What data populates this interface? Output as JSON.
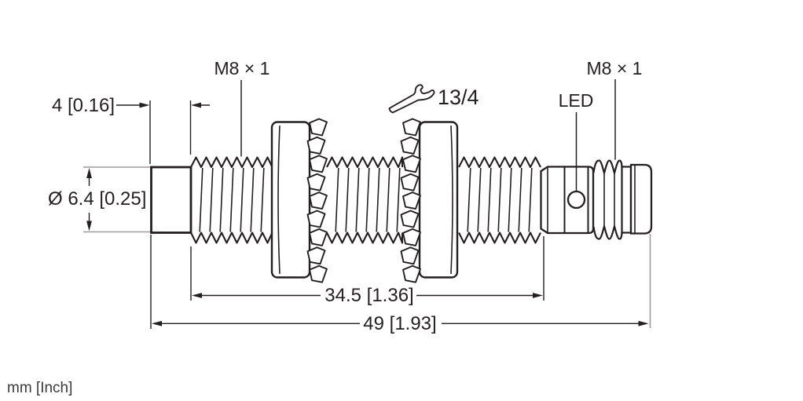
{
  "drawing": {
    "units_note": "mm [Inch]",
    "labels": {
      "front_thread": "M8 × 1",
      "connector_thread": "M8 × 1",
      "led": "LED",
      "wrench_size": "13/4"
    },
    "dimensions": {
      "tip_length": "4 [0.16]",
      "tip_diameter": "Ø 6.4 [0.25]",
      "barrel_length": "34.5 [1.36]",
      "overall_length": "49 [1.93]"
    },
    "icons": {
      "wrench": "wrench-icon"
    },
    "colors": {
      "line": "#231f20",
      "extension_line": "#9b9b9b",
      "background": "#ffffff",
      "shape_fill": "#ffffff"
    }
  }
}
